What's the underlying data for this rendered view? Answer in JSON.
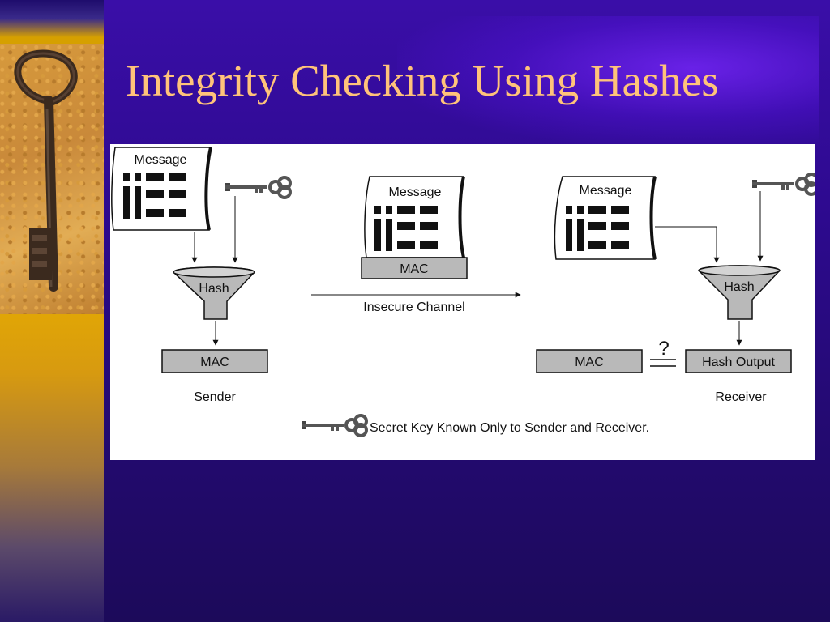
{
  "slide": {
    "title": "Integrity Checking Using Hashes"
  },
  "diagram": {
    "sender": {
      "message_label": "Message",
      "hash_label": "Hash",
      "mac_label": "MAC",
      "caption": "Sender"
    },
    "channel": {
      "message_label": "Message",
      "mac_label": "MAC",
      "caption": "Insecure Channel"
    },
    "receiver": {
      "message_label": "Message",
      "hash_label": "Hash",
      "mac_label": "MAC",
      "compare_symbol": "?",
      "hash_output_label": "Hash Output",
      "caption": "Receiver"
    },
    "legend": {
      "text": "Secret Key Known Only to Sender and Receiver."
    }
  },
  "colors": {
    "background": "#2d0a8e",
    "title": "#ffc37a",
    "box_fill": "#b9b9b9",
    "diagram_bg": "#ffffff"
  },
  "icons": [
    "key-image",
    "key-icon",
    "funnel-icon",
    "document-icon",
    "arrow-icon"
  ]
}
